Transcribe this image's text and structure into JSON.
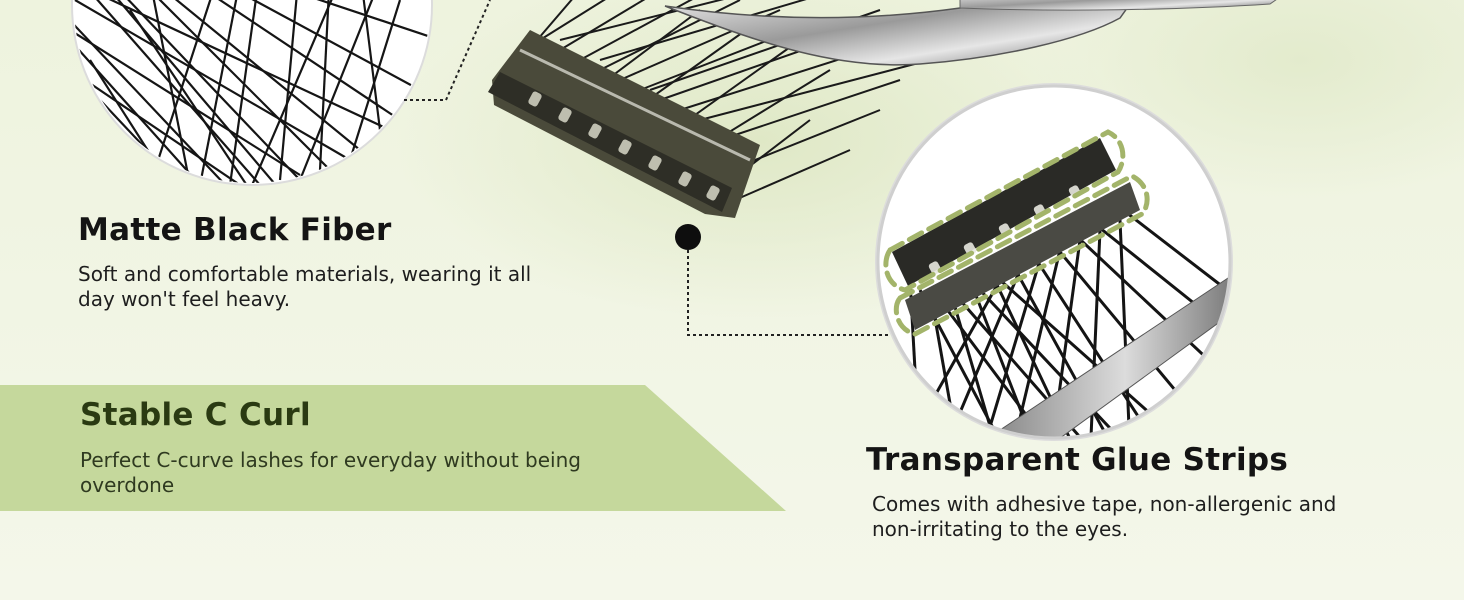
{
  "features": [
    {
      "id": "matte",
      "title": "Matte Black Fiber",
      "description": "Soft and comfortable materials, wearing it all day won't feel heavy."
    },
    {
      "id": "curl",
      "title": "Stable C Curl",
      "description": "Perfect C-curve lashes for everyday without being overdone"
    },
    {
      "id": "glue",
      "title": "Transparent Glue Strips",
      "description": "Comes with adhesive tape, non-allergenic and non-irritating to the eyes."
    }
  ],
  "colors": {
    "background": "#f2f6e8",
    "band": "#c5d89c",
    "glue_dash": "#a3b46a",
    "heading": "#141414",
    "band_heading": "#2a3a12"
  },
  "images": [
    "lash-detail-circle",
    "lash-cluster-with-tweezers",
    "glue-strip-detail-circle"
  ]
}
